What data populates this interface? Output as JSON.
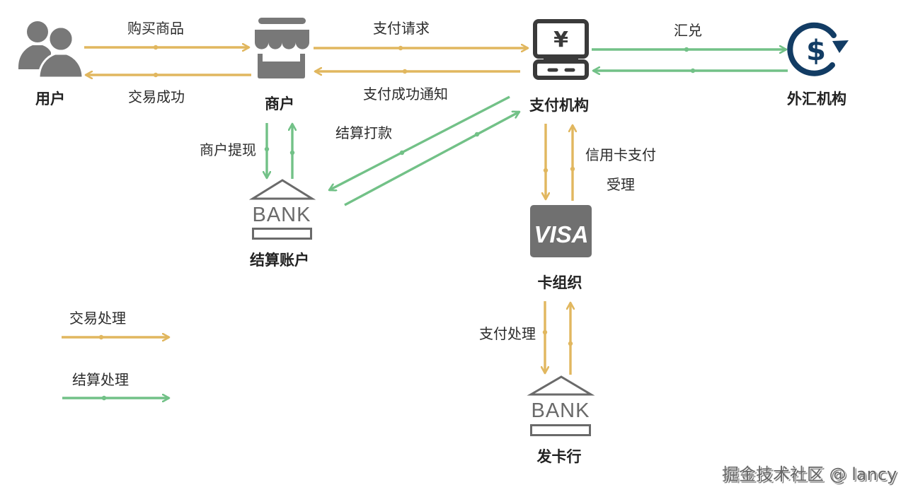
{
  "colors": {
    "transaction": "#e1b75f",
    "settlement": "#72c187",
    "icon_gray": "#787878",
    "icon_dark": "#3a3a3a",
    "forex_blue": "#123c64"
  },
  "nodes": {
    "user": {
      "label": "用户",
      "icon": "users-icon"
    },
    "merchant": {
      "label": "商户",
      "icon": "storefront-icon"
    },
    "payment_institution": {
      "label": "支付机构",
      "icon": "yen-terminal-icon"
    },
    "forex_institution": {
      "label": "外汇机构",
      "icon": "dollar-exchange-icon"
    },
    "settlement_account": {
      "label": "结算账户",
      "icon": "bank-icon",
      "icon_text": "BANK"
    },
    "card_organization": {
      "label": "卡组织",
      "icon": "visa-card-icon",
      "icon_text": "VISA"
    },
    "issuing_bank": {
      "label": "发卡行",
      "icon": "bank-icon",
      "icon_text": "BANK"
    }
  },
  "edges": {
    "purchase": {
      "label": "购买商品",
      "type": "transaction"
    },
    "transaction_success": {
      "label": "交易成功",
      "type": "transaction"
    },
    "payment_request": {
      "label": "支付请求",
      "type": "transaction"
    },
    "payment_success_notice": {
      "label": "支付成功通知",
      "type": "transaction"
    },
    "exchange": {
      "label": "汇兑",
      "type": "settlement"
    },
    "merchant_withdraw": {
      "label": "商户提现",
      "type": "settlement"
    },
    "settlement_payout": {
      "label": "结算打款",
      "type": "settlement"
    },
    "credit_card_payment": {
      "label_line1": "信用卡支付",
      "label_line2": "受理",
      "type": "transaction"
    },
    "payment_processing": {
      "label": "支付处理",
      "type": "transaction"
    }
  },
  "legend": {
    "items": [
      {
        "label": "交易处理",
        "type": "transaction"
      },
      {
        "label": "结算处理",
        "type": "settlement"
      }
    ]
  },
  "watermark": "掘金技术社区 @ lancy"
}
